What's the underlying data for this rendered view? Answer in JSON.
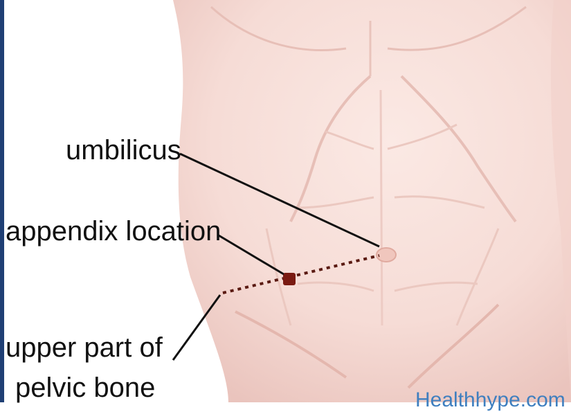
{
  "labels": {
    "umbilicus": "umbilicus",
    "appendix": "appendix location",
    "pelvic_line1": "upper part of",
    "pelvic_line2": "pelvic bone"
  },
  "watermark": "Healthhype.com",
  "colors": {
    "skin": "#f6dcd6",
    "skin_shadow": "#e9bdb6",
    "appendix_marker": "#7a1a12",
    "frame": "#1f3f74",
    "watermark": "#3f7fbf"
  }
}
